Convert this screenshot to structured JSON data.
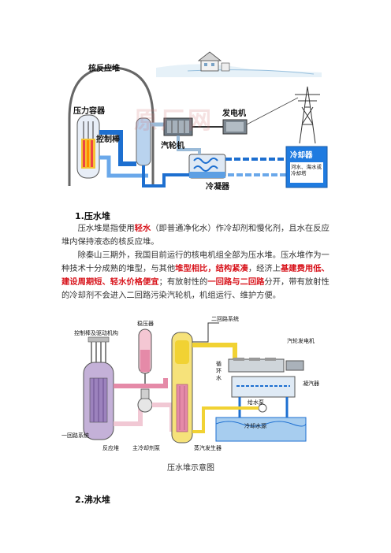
{
  "figure1": {
    "label_reactor": "核反应堆",
    "label_vessel": "压力容器",
    "label_control_rod": "控制棒",
    "label_generator": "发电机",
    "label_turbine": "汽轮机",
    "label_condenser": "冷凝器",
    "label_cooler": "冷却器",
    "label_cooling_water": "河水、海水或冷却塔"
  },
  "section1": {
    "heading": "1.压水堆",
    "p1_pre": "压水堆是指使用",
    "p1_red": "轻水",
    "p1_post": "（即普通净化水）作冷却剂和慢化剂，且水在反应堆内保持液态的核反应堆。",
    "p2_a": "除秦山三期外，我国目前运行的核电机组全部为压水堆。压水堆作为一种技术十分成熟的堆型，与其他",
    "p2_b": "堆型相比，结构紧凑",
    "p2_c": "，经济上",
    "p2_d": "基建费用低、建设周期短、轻水价格便宜",
    "p2_e": "；有放射性的",
    "p2_f": "一回路与二回路",
    "p2_g": "分开，带有放射性的冷却剂不会进入二回路污染汽轮机，机组运行、维护方便。"
  },
  "figure2": {
    "label_pressurizer": "稳压器",
    "label_secondary": "二回路系统",
    "label_turbine_gen": "汽轮发电机",
    "label_control_rod": "控制棒及驱动机构",
    "label_circulating": "循环水",
    "label_condenser": "凝汽器",
    "label_feedpump": "给水泵",
    "label_primary": "一回路系统",
    "label_cooling_source": "冷却水源",
    "label_reactor": "反应堆",
    "label_main_pump": "主冷却剂泵",
    "label_steam_gen": "蒸汽发生器",
    "caption": "压水堆示意图"
  },
  "section2": {
    "heading": "2.沸水堆"
  },
  "colors": {
    "accent_red": "#d8141c",
    "water_blue": "#1d6fd0",
    "pipe_yellow": "#f1d233",
    "steam_pink": "#e58aa8"
  }
}
